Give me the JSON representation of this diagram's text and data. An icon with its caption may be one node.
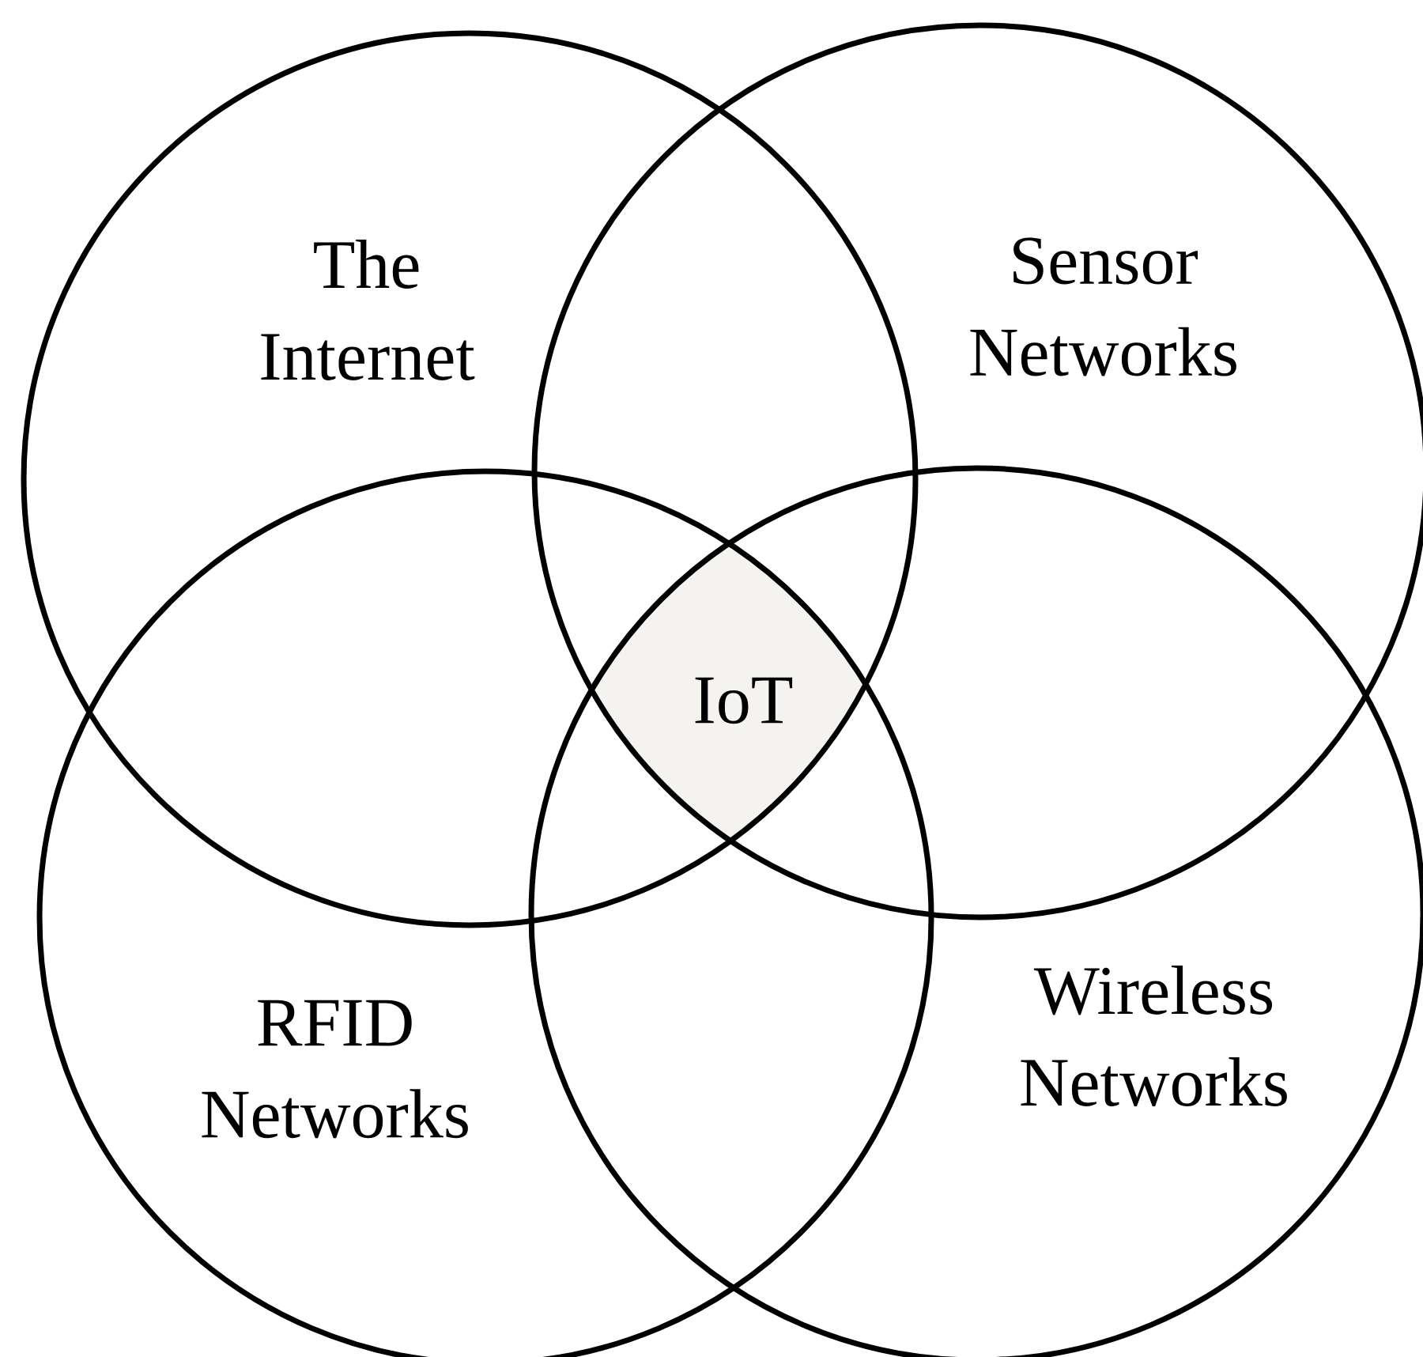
{
  "diagram": {
    "nodes": [
      {
        "text": [
          "The Internet"
        ]
      },
      {
        "text": [
          "Sensor Networks"
        ]
      },
      {
        "text": [
          "RFID Networks"
        ]
      },
      {
        "text": [
          "Wireless Networks"
        ]
      },
      {
        "text": [
          "IoT"
        ]
      }
    ]
  }
}
